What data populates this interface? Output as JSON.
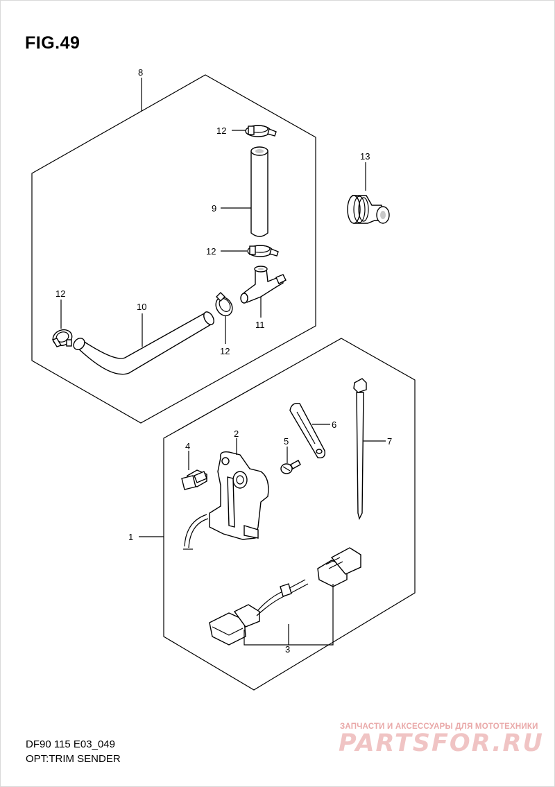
{
  "figure": {
    "title": "FIG.49",
    "code": "DF90 115 E03_049",
    "name": "OPT:TRIM SENDER"
  },
  "watermark": {
    "tagline": "ЗАПЧАСТИ И АКСЕССУАРЫ ДЛЯ МОТОТЕХНИКИ",
    "brand": "PARTSFOR.RU"
  },
  "callouts": {
    "c1": "1",
    "c2": "2",
    "c3": "3",
    "c4": "4",
    "c5": "5",
    "c6": "6",
    "c7": "7",
    "c8": "8",
    "c9": "9",
    "c10": "10",
    "c11": "11",
    "c12a": "12",
    "c12b": "12",
    "c12c": "12",
    "c12d": "12",
    "c13": "13"
  }
}
